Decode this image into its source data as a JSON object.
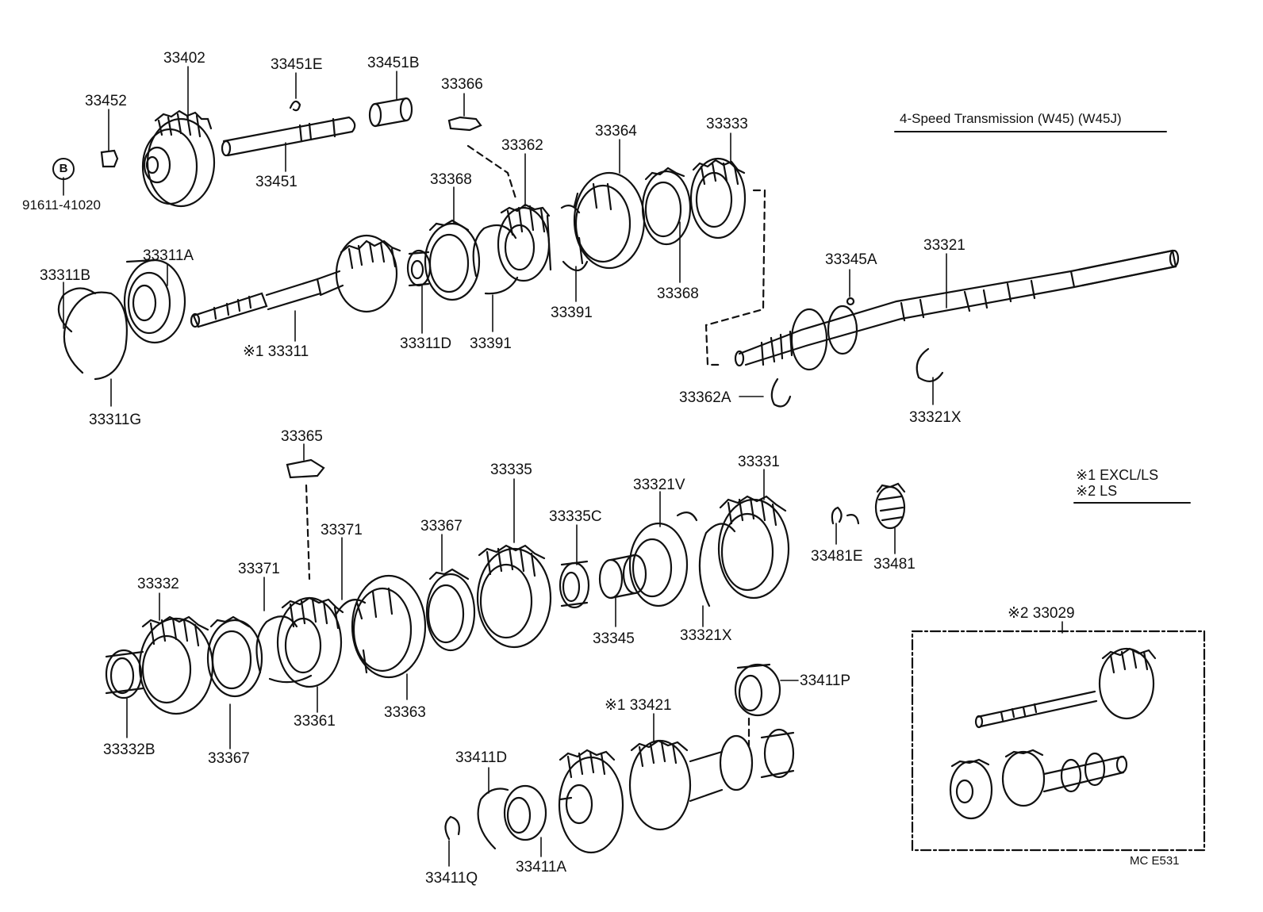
{
  "diagram": {
    "title": "4-Speed Transmission (W45) (W45J)",
    "legend": [
      "※1 EXCL/LS",
      "※2 LS"
    ],
    "code": "MC  E531",
    "circled_letter": "B",
    "parts": [
      {
        "id": "p33402",
        "label": "33402"
      },
      {
        "id": "p33452",
        "label": "33452"
      },
      {
        "id": "p33451E",
        "label": "33451E"
      },
      {
        "id": "p33451B",
        "label": "33451B"
      },
      {
        "id": "p33451",
        "label": "33451"
      },
      {
        "id": "p91611",
        "label": "91611-41020"
      },
      {
        "id": "p33366",
        "label": "33366"
      },
      {
        "id": "p33364",
        "label": "33364"
      },
      {
        "id": "p33333",
        "label": "33333"
      },
      {
        "id": "p33362",
        "label": "33362"
      },
      {
        "id": "p33368a",
        "label": "33368"
      },
      {
        "id": "p33368b",
        "label": "33368"
      },
      {
        "id": "p33311A",
        "label": "33311A"
      },
      {
        "id": "p33311B",
        "label": "33311B"
      },
      {
        "id": "p33311",
        "label": "※1 33311"
      },
      {
        "id": "p33311D",
        "label": "33311D"
      },
      {
        "id": "p33391a",
        "label": "33391"
      },
      {
        "id": "p33391b",
        "label": "33391"
      },
      {
        "id": "p33311G",
        "label": "33311G"
      },
      {
        "id": "p33345A",
        "label": "33345A"
      },
      {
        "id": "p33321",
        "label": "33321"
      },
      {
        "id": "p33362A",
        "label": "33362A"
      },
      {
        "id": "p33321Xa",
        "label": "33321X"
      },
      {
        "id": "p33365",
        "label": "33365"
      },
      {
        "id": "p33335",
        "label": "33335"
      },
      {
        "id": "p33331",
        "label": "33331"
      },
      {
        "id": "p33321V",
        "label": "33321V"
      },
      {
        "id": "p33335C",
        "label": "33335C"
      },
      {
        "id": "p33371a",
        "label": "33371"
      },
      {
        "id": "p33371b",
        "label": "33371"
      },
      {
        "id": "p33367a",
        "label": "33367"
      },
      {
        "id": "p33332",
        "label": "33332"
      },
      {
        "id": "p33481E",
        "label": "33481E"
      },
      {
        "id": "p33481",
        "label": "33481"
      },
      {
        "id": "p33345",
        "label": "33345"
      },
      {
        "id": "p33321Xb",
        "label": "33321X"
      },
      {
        "id": "p33029",
        "label": "※2 33029"
      },
      {
        "id": "p33361",
        "label": "33361"
      },
      {
        "id": "p33363",
        "label": "33363"
      },
      {
        "id": "p33411P",
        "label": "33411P"
      },
      {
        "id": "p33421",
        "label": "※1 33421"
      },
      {
        "id": "p33332B",
        "label": "33332B"
      },
      {
        "id": "p33367b",
        "label": "33367"
      },
      {
        "id": "p33411D",
        "label": "33411D"
      },
      {
        "id": "p33411Q",
        "label": "33411Q"
      },
      {
        "id": "p33411A",
        "label": "33411A"
      }
    ]
  }
}
